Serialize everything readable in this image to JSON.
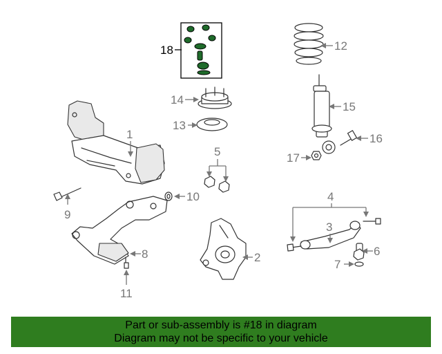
{
  "callouts": {
    "c1": "1",
    "c2": "2",
    "c3": "3",
    "c4": "4",
    "c5": "5",
    "c6": "6",
    "c7": "7",
    "c8": "8",
    "c9": "9",
    "c10": "10",
    "c11": "11",
    "c12": "12",
    "c13": "13",
    "c14": "14",
    "c15": "15",
    "c16": "16",
    "c17": "17",
    "c18": "18"
  },
  "highlight_color": "#1f6b2b",
  "banner": {
    "line1": "Part or sub-assembly is #18 in diagram",
    "line2": "Diagram may not be specific to your vehicle",
    "background": "#2f7d1f"
  }
}
